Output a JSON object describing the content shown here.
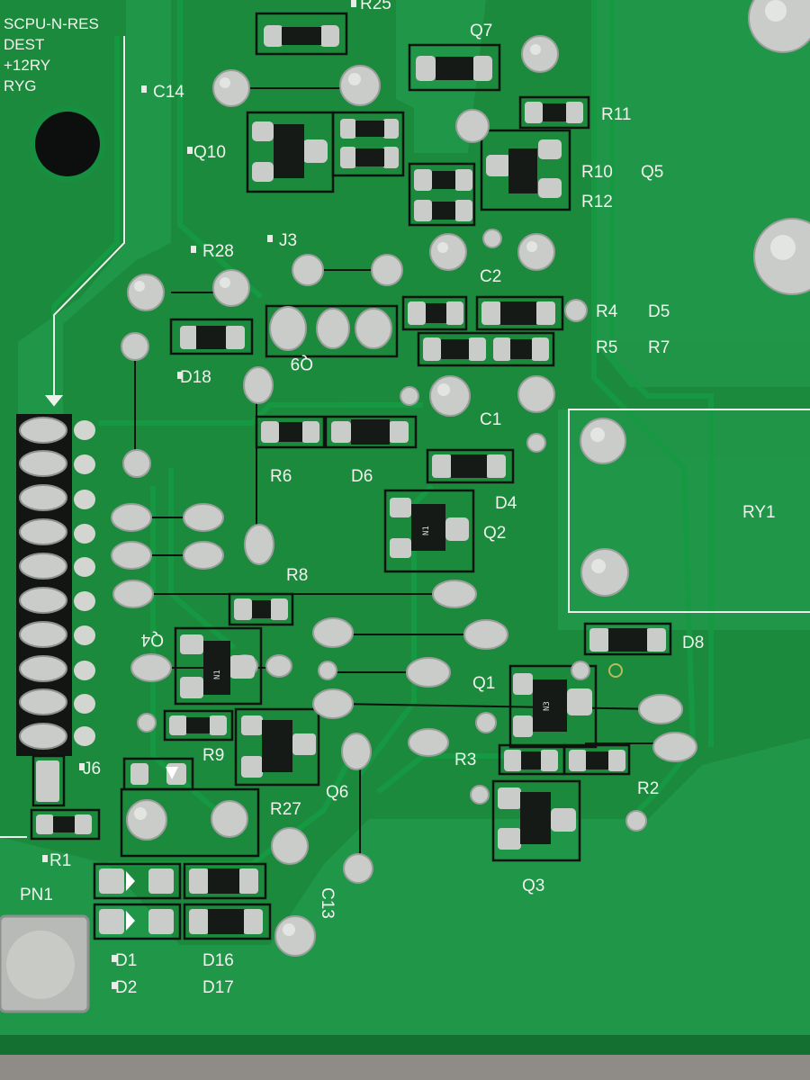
{
  "photo": {
    "subject": "circuit-board",
    "colors": {
      "board": "#1c8a3c",
      "board_dark": "#146b2e",
      "trace": "#1fa045",
      "silk": "#f0f3ee",
      "solder": "#c9ccc8",
      "chip": "#151a17",
      "table": "#8f8b86"
    }
  },
  "silkscreen": {
    "header": [
      "SCPU-N-RES",
      "DEST",
      "+12RY",
      "RYG"
    ],
    "labels": {
      "r25": "R25",
      "c14": "C14",
      "q10": "Q10",
      "q7": "Q7",
      "r11": "R11",
      "r10": "R10",
      "q5": "Q5",
      "r12": "R12",
      "r28": "R28",
      "j3": "J3",
      "c2": "C2",
      "r4": "R4",
      "d5": "D5",
      "r5": "R5",
      "r7": "R7",
      "d18": "D18",
      "q9": "Q9",
      "c1": "C1",
      "r6": "R6",
      "d6": "D6",
      "d4": "D4",
      "q2": "Q2",
      "ry1": "RY1",
      "r8": "R8",
      "q4": "Q4",
      "d8": "D8",
      "q1": "Q1",
      "r9": "R9",
      "r3": "R3",
      "r2": "R2",
      "j6": "J6",
      "r27": "R27",
      "q6": "Q6",
      "r1": "R1",
      "c13": "C13",
      "q3": "Q3",
      "pn1": "PN1",
      "d1": "D1",
      "d2": "D2",
      "d16": "D16",
      "d17": "D17",
      "c17": "C1"
    }
  },
  "markings": {
    "ic_q8": "N3",
    "ic_q7": "N1",
    "ic_q6": "N1"
  }
}
